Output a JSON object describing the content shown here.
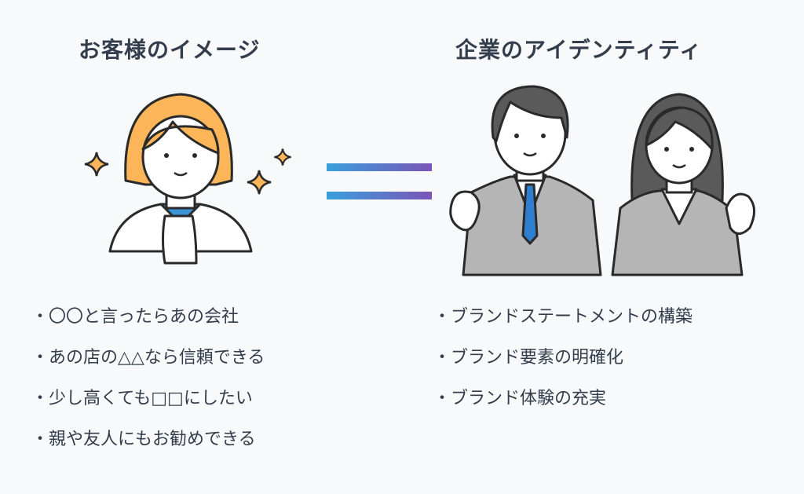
{
  "left": {
    "title": "お客様のイメージ",
    "items": [
      "〇〇と言ったらあの会社",
      "あの店の△△なら信頼できる",
      "少し高くても□□にしたい",
      "親や友人にもお勧めできる"
    ]
  },
  "right": {
    "title": "企業のアイデンティティ",
    "items": [
      "ブランドステートメントの構築",
      "ブランド要素の明確化",
      "ブランド体験の充実"
    ]
  },
  "colors": {
    "text": "#333d4c",
    "equals_start": "#3a9fdc",
    "equals_end": "#7a55b8",
    "hair_customer": "#fdb55a",
    "suit": "#b5b5b5",
    "tie": "#2f7fd0"
  },
  "icons": [
    "customer-woman-illustration",
    "sparkle-icon",
    "equals-sign-icon",
    "businessman-illustration",
    "businesswoman-illustration"
  ]
}
